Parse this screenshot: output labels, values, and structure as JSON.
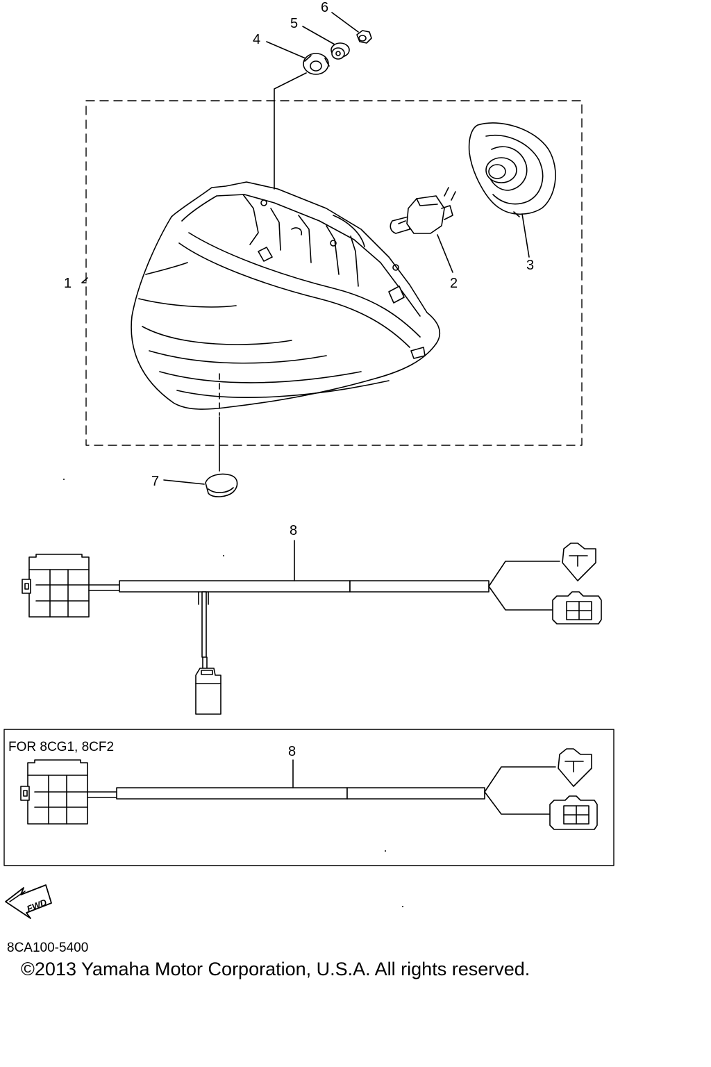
{
  "callouts": [
    "1",
    "2",
    "3",
    "4",
    "5",
    "6",
    "7",
    "8",
    "8"
  ],
  "variant_box_title": "FOR 8CG1, 8CF2",
  "fwd_label": "FWD",
  "diagram_code": "8CA100-5400",
  "copyright": "©2013 Yamaha Motor Corporation, U.S.A. All rights reserved."
}
